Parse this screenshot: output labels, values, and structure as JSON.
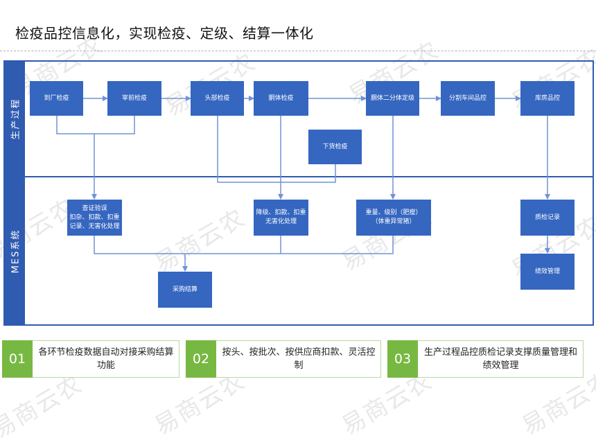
{
  "title": "检疫品控信息化，实现检疫、定级、结算一体化",
  "lanes": {
    "production": "生产过程",
    "mes": "MES系统"
  },
  "boxes": {
    "factory_inspection": "到厂检疫",
    "antemortem": "宰前检疫",
    "head": "头部检疫",
    "carcass": "胴体检疫",
    "grading": "胴体二分体定级",
    "cutting_qc": "分割车间品控",
    "warehouse_qc": "库房品控",
    "offal": "下货检疫",
    "cert_check": "查证验误\n扣杂、扣款、扣重\n记录、无害化处理",
    "downgrade": "降级、扣款、扣重\n无害化处理",
    "weight_grade": "重量、级别（肥瘦）\n（体重异常猪）",
    "qc_record": "质检记录",
    "performance": "绩效管理",
    "purchase_settlement": "采购结算"
  },
  "cards": [
    {
      "num": "01",
      "text": "各环节检疫数据自动对接采购结算功能"
    },
    {
      "num": "02",
      "text": "按头、按批次、按供应商扣款、灵活控制"
    },
    {
      "num": "03",
      "text": "生产过程品控质检记录支撑质量管理和绩效管理"
    }
  ],
  "watermark": "易商云农",
  "colors": {
    "box": "#3566c0",
    "lane": "#2f5bb0",
    "line": "#6f93d4",
    "card_accent": "#77b842"
  }
}
